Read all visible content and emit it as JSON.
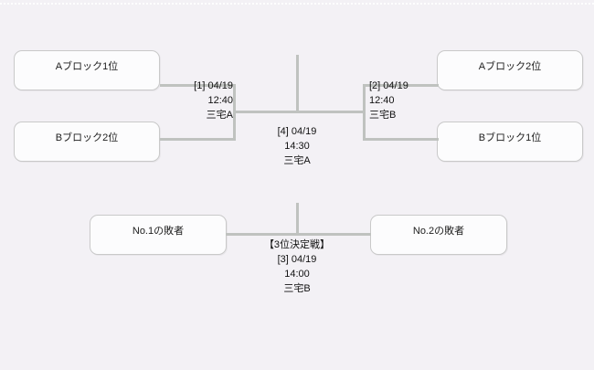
{
  "bracket": {
    "slots": [
      {
        "id": "a-block-1st",
        "label": "Aブロック1位"
      },
      {
        "id": "b-block-2nd",
        "label": "Bブロック2位"
      },
      {
        "id": "a-block-2nd",
        "label": "Aブロック2位"
      },
      {
        "id": "b-block-1st",
        "label": "Bブロック1位"
      },
      {
        "id": "loser-no1",
        "label": "No.1の敗者"
      },
      {
        "id": "loser-no2",
        "label": "No.2の敗者"
      }
    ],
    "matches": [
      {
        "id": "match-1",
        "number": "[1]",
        "number_and_date": "[1] 04/19",
        "date": "04/19",
        "time": "12:40",
        "venue": "三宅A",
        "heading": ""
      },
      {
        "id": "match-2",
        "number": "[2]",
        "number_and_date": "[2] 04/19",
        "date": "04/19",
        "time": "12:40",
        "venue": "三宅B",
        "heading": ""
      },
      {
        "id": "match-4-final",
        "number": "[4]",
        "number_and_date": "[4] 04/19",
        "date": "04/19",
        "time": "14:30",
        "venue": "三宅A",
        "heading": ""
      },
      {
        "id": "match-3-third-place",
        "number": "[3]",
        "number_and_date": "[3] 04/19",
        "date": "04/19",
        "time": "14:00",
        "venue": "三宅B",
        "heading": "【3位決定戦】"
      }
    ]
  },
  "colors": {
    "background": "#f3f1f5",
    "box_fill": "#fcfcfd",
    "box_border": "#c9c9c9",
    "connector": "#bfc2bf",
    "text": "#111111"
  }
}
